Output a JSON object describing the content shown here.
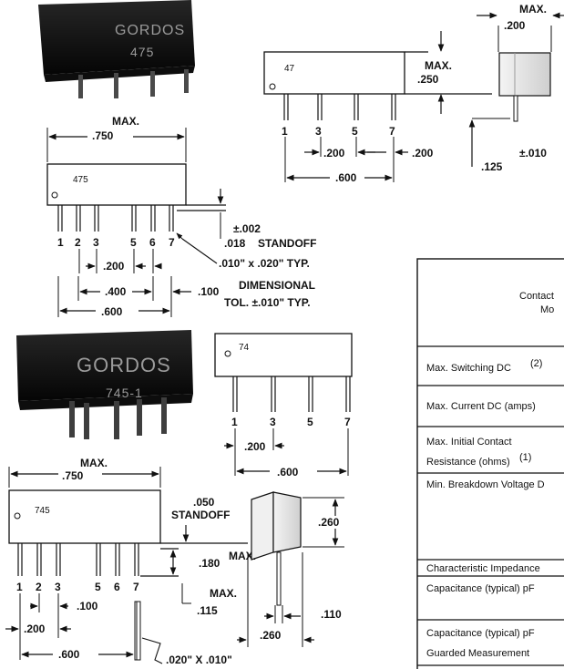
{
  "photo_top": {
    "brand": "GORDOS",
    "model": "475"
  },
  "photo_mid": {
    "brand": "GORDOS",
    "model": "745-1"
  },
  "pkg47": {
    "body_label": "47",
    "pins": [
      "1",
      "3",
      "5",
      "7"
    ],
    "dim_max_label": "MAX.",
    "dim_height": ".250",
    "dim_pitch": ".200",
    "dim_pitch2": ".200",
    "dim_span": ".600",
    "side_max_label": "MAX.",
    "side_width": ".200",
    "pin_len": ".125",
    "pin_tol": "±.010"
  },
  "pkg475": {
    "body_label": "475",
    "max_label": "MAX.",
    "length": ".750",
    "pins": [
      "1",
      "2",
      "3",
      "5",
      "6",
      "7"
    ],
    "standoff_val": ".018",
    "standoff_tol": "±.002",
    "standoff_label": "STANDOFF",
    "pin_size": ".010\" x .020\" TYP.",
    "pitch": ".200",
    "span_400": ".400",
    "span_100": ".100",
    "span_600": ".600",
    "tol_line1": "DIMENSIONAL",
    "tol_line2": "TOL. ±.010\" TYP."
  },
  "pkg74": {
    "body_label": "74",
    "pins": [
      "1",
      "3",
      "5",
      "7"
    ],
    "pitch": ".200",
    "span": ".600"
  },
  "pkg745": {
    "body_label": "745",
    "max_label": "MAX.",
    "length": ".750",
    "standoff_val": ".050",
    "standoff_label": "STANDOFF",
    "height": ".260",
    "pin_len": ".180",
    "pin_len_max": "MAX.",
    "max2": "MAX.",
    "base": ".115",
    "side_pin": ".110",
    "pins": [
      "1",
      "2",
      "3",
      "5",
      "6",
      "7"
    ],
    "pitch100": ".100",
    "pitch200": ".200",
    "span600": ".600",
    "side_width": ".260",
    "pin_size": ".020\" X .010\""
  },
  "table": {
    "header_line1": "Contact",
    "header_line2": "Mo",
    "rows": [
      {
        "line1": "Max. Switching DC",
        "sup": "(2)",
        "line2": ""
      },
      {
        "line1": "Max. Current DC (amps)",
        "sup": "",
        "line2": ""
      },
      {
        "line1": "Max. Initial Contact",
        "sup": "",
        "line2": "Resistance (ohms)",
        "sup2": "(1)"
      },
      {
        "line1": "Min. Breakdown Voltage D",
        "sup": "",
        "line2": ""
      },
      {
        "line1": "Characteristic Impedance",
        "sup": "",
        "line2": ""
      },
      {
        "line1": "Capacitance (typical) pF",
        "sup": "",
        "line2": ""
      },
      {
        "line1": "Capacitance (typical) pF",
        "sup": "",
        "line2": "Guarded Measurement"
      }
    ]
  }
}
